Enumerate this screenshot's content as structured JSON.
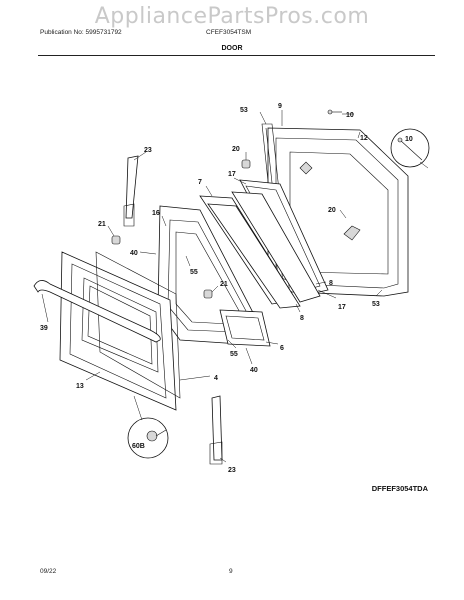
{
  "header": {
    "watermark": "AppliancePartsPros.com",
    "publication": "Publication No: 5995731792",
    "model": "CFEF3054TSM",
    "section_title": "DOOR"
  },
  "diagram_code": "DFFEF3054TDA",
  "footer": {
    "date": "09/22",
    "page_number": "9"
  },
  "callouts": {
    "c53_top": "53",
    "c9": "9",
    "c10": "10",
    "c12": "12",
    "c10_inset": "10",
    "c20_top": "20",
    "c23_top": "23",
    "c17_top": "17",
    "c7": "7",
    "c20_mid": "20",
    "c16": "16",
    "c21_left": "21",
    "c40_left": "40",
    "c55_mid": "55",
    "c21_mid": "21",
    "c8_right": "8",
    "c17_right": "17",
    "c53_bottom": "53",
    "c8_lower": "8",
    "c39": "39",
    "c55_lower": "55",
    "c6": "6",
    "c40_lower": "40",
    "c13": "13",
    "c4": "4",
    "c60b": "60B",
    "c23_bottom": "23"
  }
}
